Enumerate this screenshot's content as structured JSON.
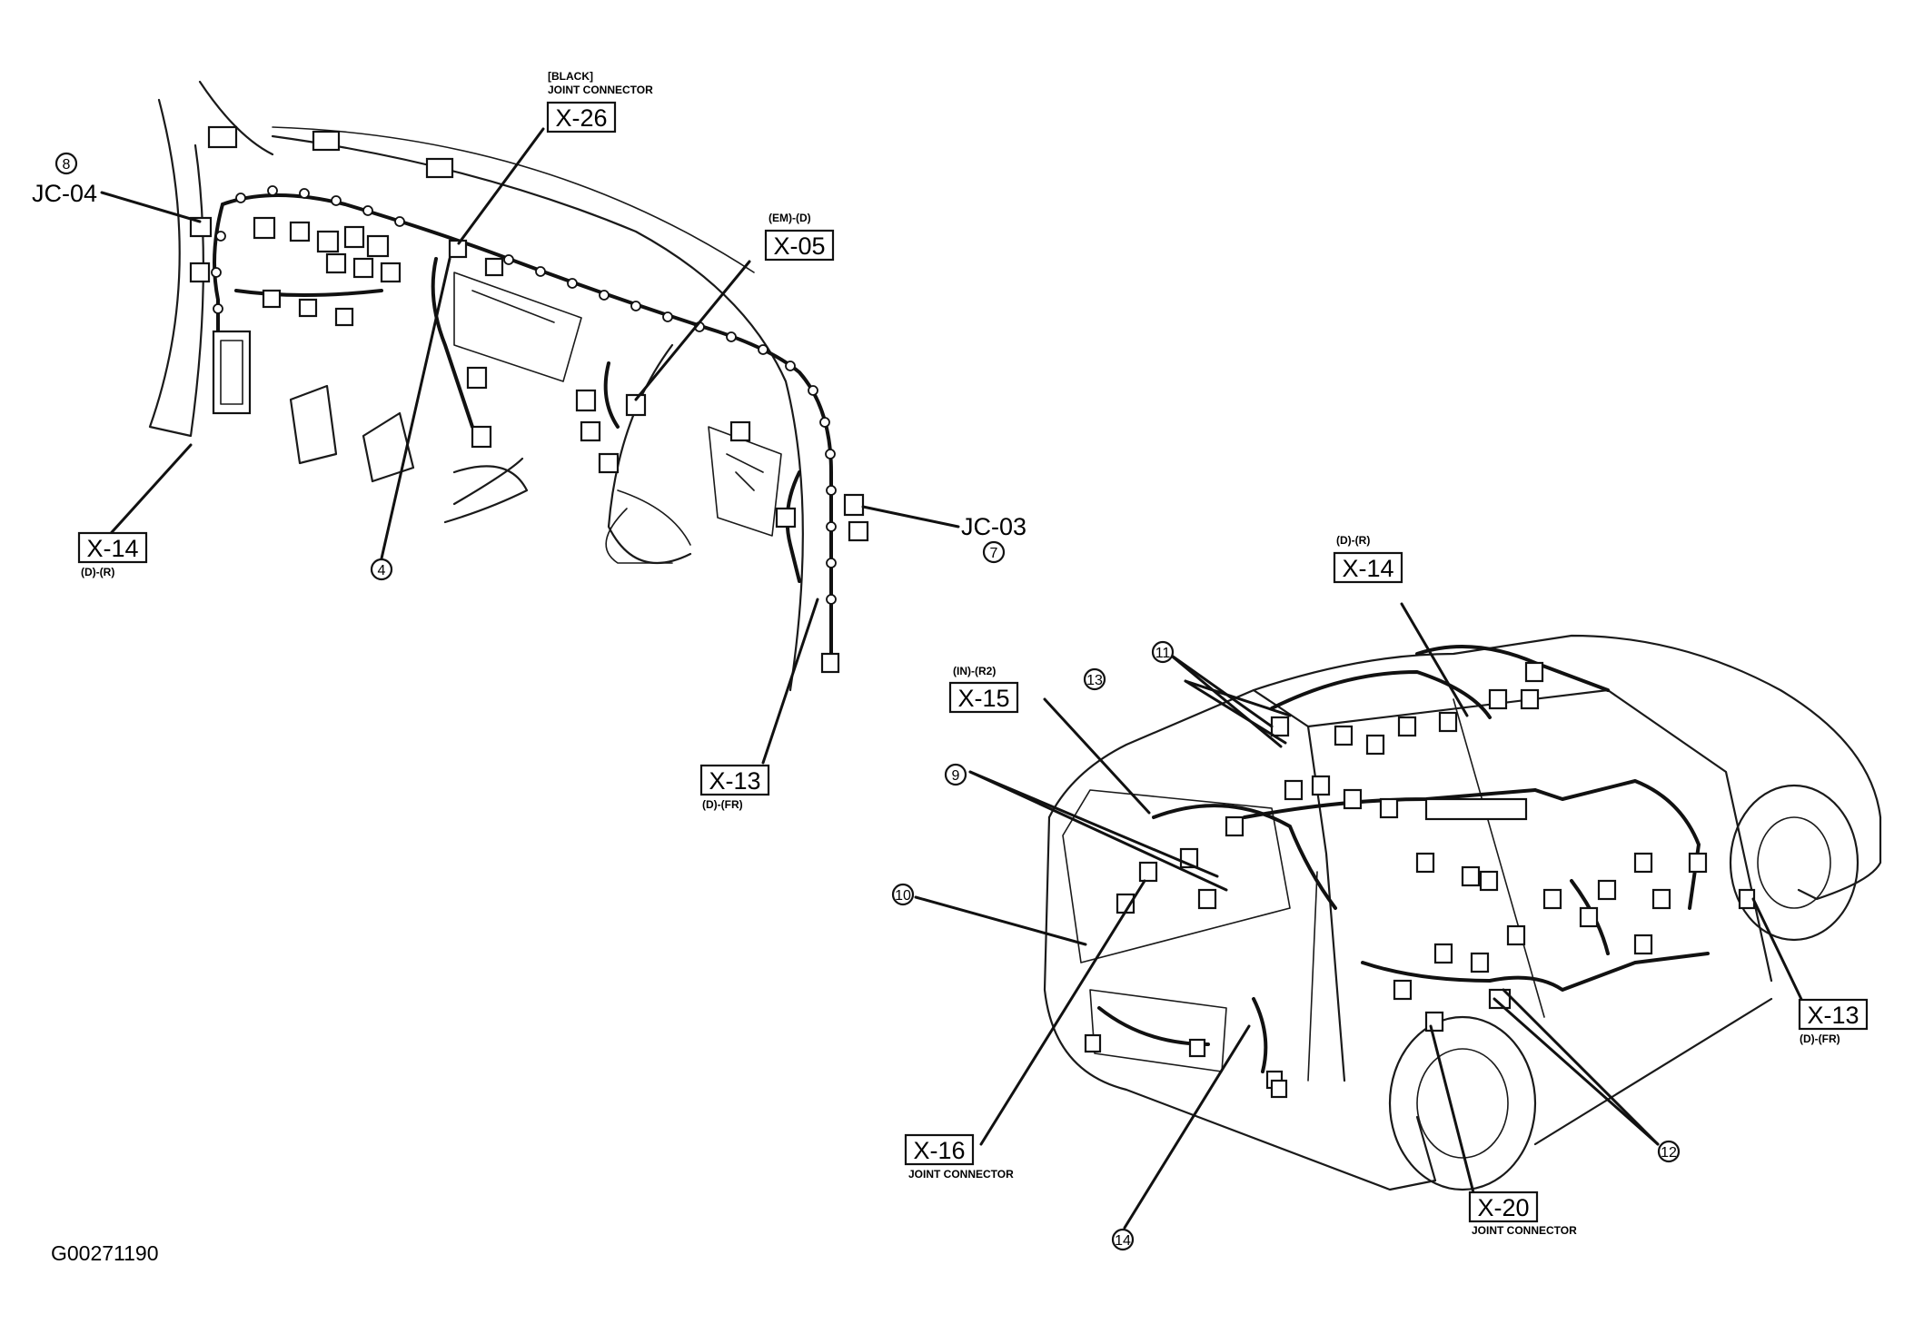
{
  "callouts": {
    "jc04_num": "8",
    "jc04": "JC-04",
    "x26_note1": "[BLACK]",
    "x26_note2": "JOINT CONNECTOR",
    "x26": "X-26",
    "x05_note": "(EM)-(D)",
    "x05": "X-05",
    "x14_front": "X-14",
    "x14_front_note": "(D)-(R)",
    "pt4": "4",
    "jc03": "JC-03",
    "jc03_num": "7",
    "x13_front": "X-13",
    "x13_front_note": "(D)-(FR)",
    "x14_rear_note": "(D)-(R)",
    "x14_rear": "X-14",
    "pt11": "11",
    "pt13": "13",
    "x15_note": "(IN)-(R2)",
    "x15": "X-15",
    "pt9": "9",
    "pt10": "10",
    "x13_rear": "X-13",
    "x13_rear_note": "(D)-(FR)",
    "x16": "X-16",
    "x16_note": "JOINT CONNECTOR",
    "pt12": "12",
    "x20": "X-20",
    "x20_note": "JOINT CONNECTOR",
    "pt14": "14"
  },
  "figure_ref": "G00271190"
}
